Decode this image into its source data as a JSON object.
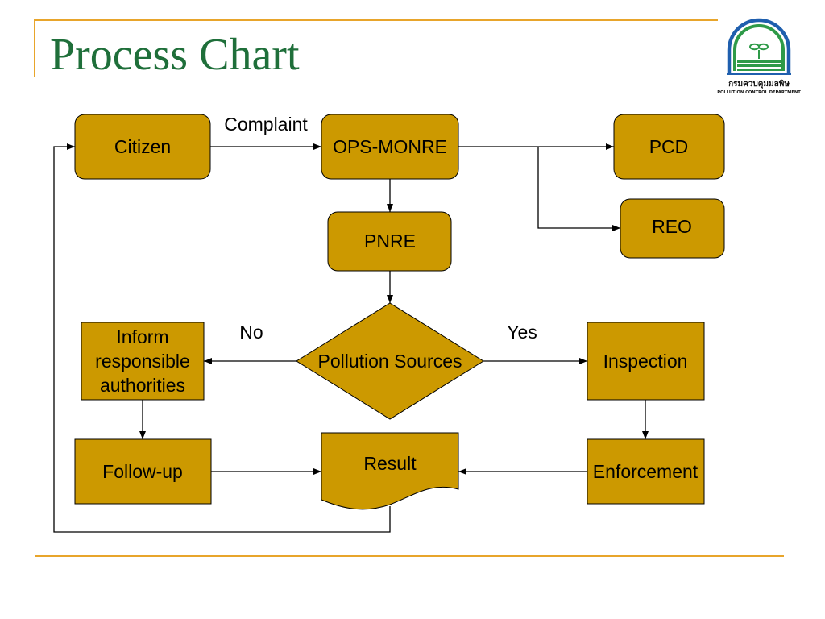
{
  "slide": {
    "title": "Process Chart"
  },
  "logo": {
    "thai_name": "กรมควบคุมมลพิษ",
    "english_name": "POLLUTION CONTROL DEPARTMENT"
  },
  "colors": {
    "node_fill": "#CC9900",
    "title": "#1F6F3A",
    "rule": "#E8A52B",
    "logo_blue": "#1F5FAE",
    "logo_green": "#2E9A48"
  },
  "nodes": {
    "citizen": "Citizen",
    "ops_monre": "OPS-MONRE",
    "pcd": "PCD",
    "reo": "REO",
    "pnre": "PNRE",
    "decision": "Pollution Sources",
    "inform": [
      "Inform",
      "responsible",
      "authorities"
    ],
    "inspection": "Inspection",
    "follow_up": "Follow-up",
    "result": "Result",
    "enforcement": "Enforcement"
  },
  "edge_labels": {
    "complaint": "Complaint",
    "no": "No",
    "yes": "Yes"
  }
}
